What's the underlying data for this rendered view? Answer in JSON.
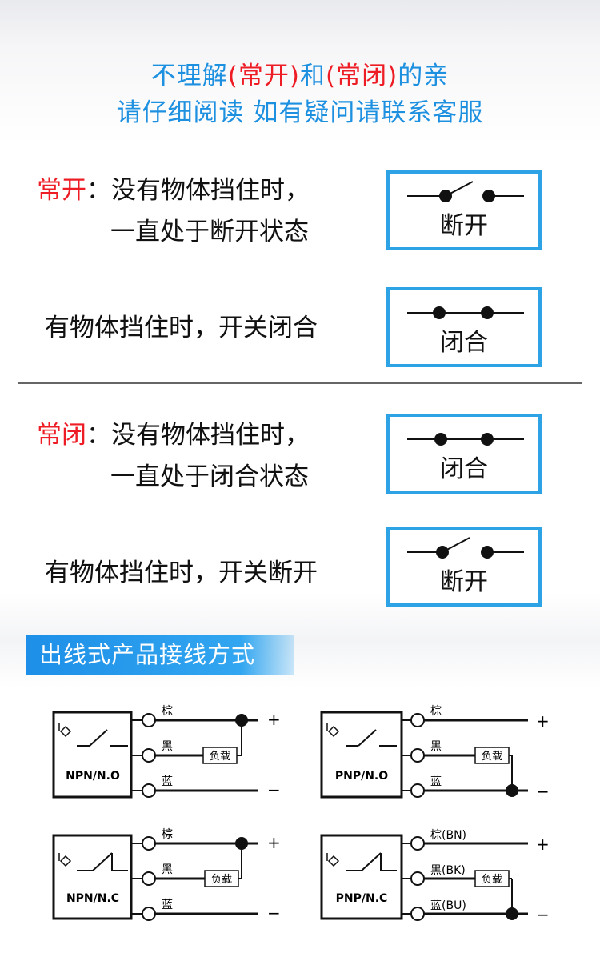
{
  "header": {
    "line1": {
      "a": "不理解",
      "b": "(常开)",
      "c": "和",
      "d": "(常闭)",
      "e": "的亲"
    },
    "line2": "请仔细阅读 如有疑问请联系客服"
  },
  "no_section": {
    "label": "常开",
    "colon": "：",
    "desc1": "没有物体挡住时，",
    "desc2": "一直处于断开状态",
    "desc3": "有物体挡住时，开关闭合",
    "box1": "断开",
    "box2": "闭合"
  },
  "nc_section": {
    "label": "常闭",
    "colon": "：",
    "desc1": "没有物体挡住时，",
    "desc2": "一直处于闭合状态",
    "desc3": "有物体挡住时，开关断开",
    "box1": "闭合",
    "box2": "断开"
  },
  "wiring": {
    "banner": "出线式产品接线方式",
    "diagrams": [
      {
        "name": "NPN/N.O",
        "wires": [
          "棕",
          "黑",
          "蓝"
        ],
        "load": "负载",
        "plus": "+",
        "minus": "−"
      },
      {
        "name": "PNP/N.O",
        "wires": [
          "棕",
          "黑",
          "蓝"
        ],
        "load": "负载",
        "plus": "+",
        "minus": "−"
      },
      {
        "name": "NPN/N.C",
        "wires": [
          "棕",
          "黑",
          "蓝"
        ],
        "load": "负载",
        "plus": "+",
        "minus": "−"
      },
      {
        "name": "PNP/N.C",
        "wires": [
          "棕(BN)",
          "黑(BK)",
          "蓝(BU)"
        ],
        "load": "负载",
        "plus": "+",
        "minus": "−"
      }
    ]
  },
  "colors": {
    "accent_blue": "#1e90e0",
    "box_border": "#2da3e6",
    "label_red": "#ee1c24",
    "banner_blue": "#1d8fe8"
  }
}
